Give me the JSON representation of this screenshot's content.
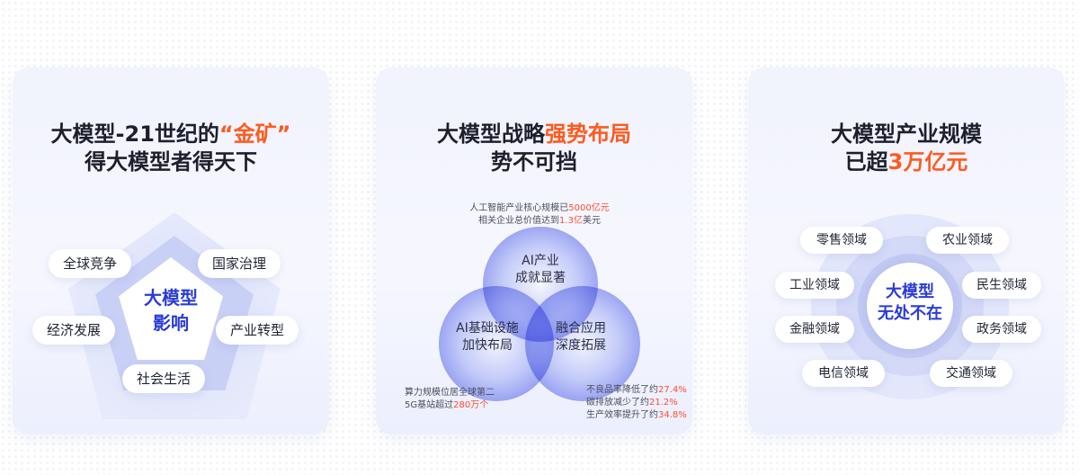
{
  "card1": {
    "title_line1_prefix": "大模型-21世纪的",
    "title_line1_accent": "“金矿”",
    "title_line2": "得大模型者得天下",
    "center_line1": "大模型",
    "center_line2": "影响",
    "items": [
      "全球竞争",
      "国家治理",
      "经济发展",
      "产业转型",
      "社会生活"
    ]
  },
  "card2": {
    "title_line1_prefix": "大模型战略",
    "title_line1_accent": "强势布局",
    "title_line2": "势不可挡",
    "top_note_line1_prefix": "人工智能产业核心规模已",
    "top_note_line1_red": "5000亿元",
    "top_note_line2_prefix": "相关企业总价值达到",
    "top_note_line2_red": "1.3亿",
    "top_note_line2_suffix": "美元",
    "circle_top": [
      "AI产业",
      "成就显著"
    ],
    "circle_left": [
      "AI基础设施",
      "加快布局"
    ],
    "circle_right": [
      "融合应用",
      "深度拓展"
    ],
    "bottom_left_line1": "算力规模位居全球第二",
    "bottom_left_line2_prefix": "5G基站超过",
    "bottom_left_line2_red": "280万个",
    "bottom_right": [
      {
        "prefix": "不良品率降低了约",
        "red": "27.4%"
      },
      {
        "prefix": "碳排放减少了约",
        "red": "21.2%"
      },
      {
        "prefix": "生产效率提升了约",
        "red": "34.8%"
      }
    ]
  },
  "card3": {
    "title_line1": "大模型产业规模",
    "title_line2_prefix": "已超",
    "title_line2_accent": "3万亿元",
    "center_line1": "大模型",
    "center_line2": "无处不在",
    "items": [
      "零售领域",
      "农业领域",
      "工业领域",
      "民生领域",
      "金融领域",
      "政务领域",
      "电信领域",
      "交通领域"
    ]
  }
}
